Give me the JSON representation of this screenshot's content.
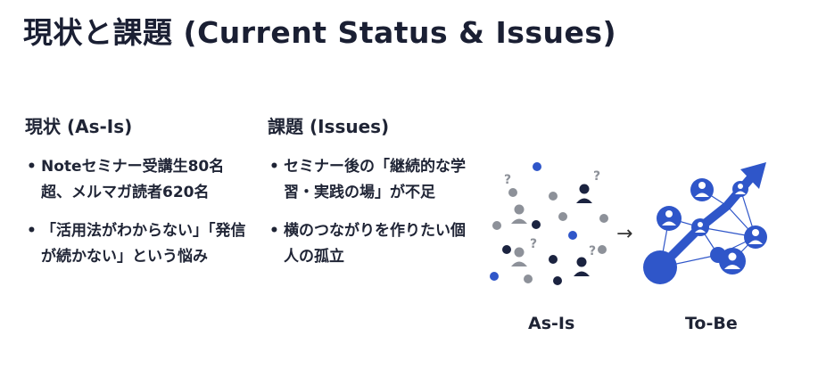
{
  "title": "現状と課題 (Current Status & Issues)",
  "as_is": {
    "heading": "現状 (As-Is)",
    "items": [
      "Noteセミナー受講生80名超、メルマガ読者620名",
      "「活用法がわからない」「発信が続かない」という悩み"
    ]
  },
  "issues": {
    "heading": "課題 (Issues)",
    "items": [
      "セミナー後の「継続的な学習・実践の場」が不足",
      "横のつながりを作りたい個人の孤立"
    ]
  },
  "figure": {
    "as_is_label": "As-Is",
    "to_be_label": "To-Be",
    "arrow": "→",
    "question_mark": "?",
    "colors": {
      "blue": "#2f56c9",
      "navy": "#1b2340",
      "gray": "#8d9199"
    }
  }
}
